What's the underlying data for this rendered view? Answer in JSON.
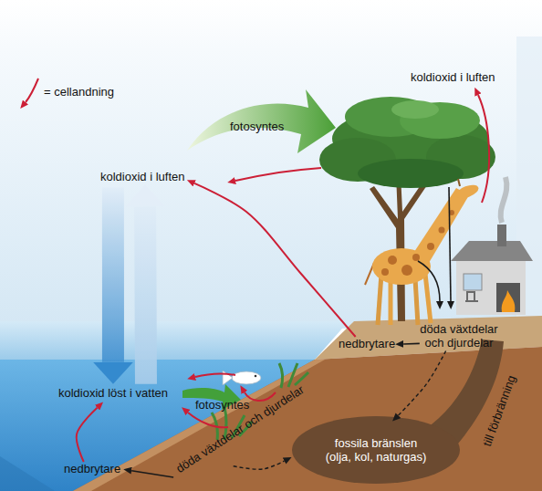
{
  "diagram": {
    "nodes": [
      {
        "text": [
          "koldioxid i luften"
        ]
      },
      {
        "text": [
          "koldioxid i luften"
        ]
      },
      {
        "text": [
          "döda växtdelar och djurdelar"
        ]
      },
      {
        "text": [
          "nedbrytare"
        ]
      },
      {
        "text": [
          "koldioxid löst i vatten"
        ]
      },
      {
        "text": [
          "nedbrytare"
        ]
      },
      {
        "text": [
          "döda växtdelar och djurdelar"
        ]
      },
      {
        "text": [
          "fossila bränslen (olja, kol, naturgas)"
        ]
      }
    ],
    "edges": [
      {
        "from": 2,
        "to": 3,
        "arrow": "to"
      },
      {
        "from": 3,
        "to": 0,
        "arrow": "to"
      },
      {
        "from": 5,
        "to": 4,
        "arrow": "to"
      },
      {
        "from": 6,
        "to": 5,
        "arrow": "to"
      },
      {
        "from": 2,
        "to": 7,
        "arrow": "to"
      },
      {
        "from": 6,
        "to": 7,
        "arrow": "to"
      },
      {
        "from": 0,
        "to": 4,
        "arrow": "to"
      },
      {
        "from": 4,
        "to": 0,
        "arrow": "to"
      }
    ],
    "labels": [
      "fotosyntes",
      "fotosyntes",
      "till förbränning"
    ],
    "legend": [
      {
        "text": "= cellandning"
      }
    ]
  }
}
